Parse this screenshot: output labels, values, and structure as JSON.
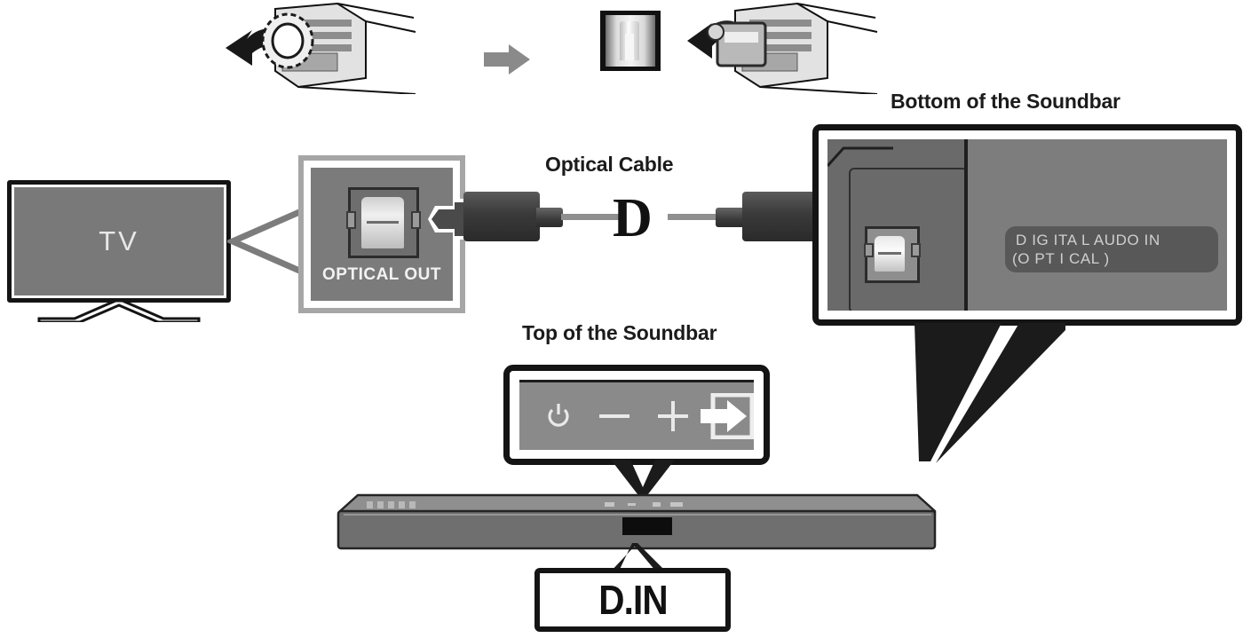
{
  "diagram": {
    "title_optical_cable": "Optical Cable",
    "title_bottom_soundbar": "Bottom of the Soundbar",
    "title_top_soundbar": "Top of the Soundbar"
  },
  "tv": {
    "label": "TV"
  },
  "optical_out_panel": {
    "label": "OPTICAL  OUT"
  },
  "bottom_panel": {
    "chip_line_1": "D  IG  ITA L  AUDO  IN",
    "chip_line_2": "(O PT I CAL )"
  },
  "top_panel": {
    "icons": [
      {
        "name": "power-icon",
        "glyph": "⏻"
      },
      {
        "name": "volume-down-icon",
        "glyph": "−"
      },
      {
        "name": "volume-up-icon",
        "glyph": "+"
      },
      {
        "name": "source-input-icon",
        "glyph": "➡"
      }
    ]
  },
  "soundbar_callout": {
    "label": "D.IN"
  },
  "cable": {
    "break_symbol": "D"
  },
  "steps": {
    "step1_name": "remove-protective-cap",
    "step2_name": "insert-optical-plug",
    "arrow_name": "progress-arrow"
  },
  "colors": {
    "outline": "#141414",
    "device_gray": "#7b7b7b",
    "soundbar_front": "#6f6f6f",
    "soundbar_top": "#8a8a8a",
    "panel_border_gray": "#a6a6a6",
    "cable_dark": "#2b2b2b",
    "cable_line": "#8f8f8f",
    "chip_bg": "#585858",
    "chip_text": "#cfcfcf",
    "label_text": "#f2f2f2"
  }
}
